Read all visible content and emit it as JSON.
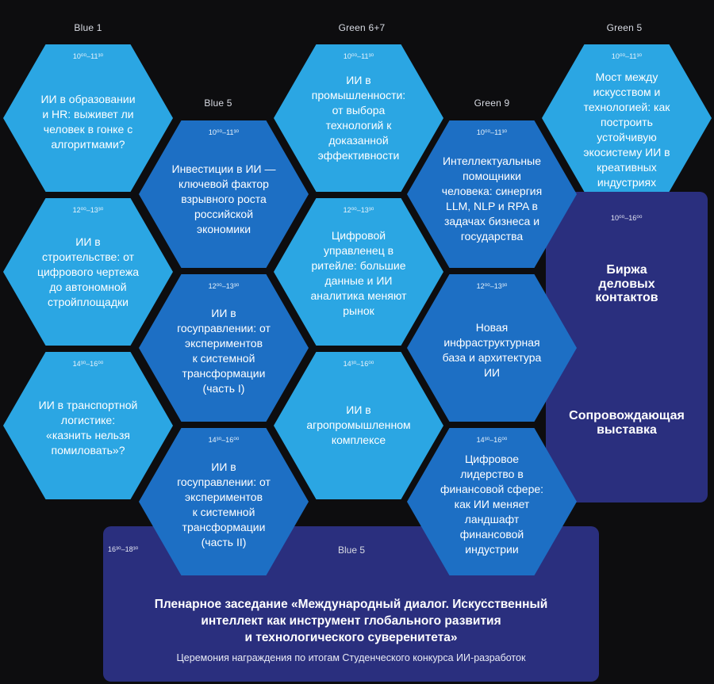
{
  "halls": [
    "Blue 1",
    "Green 6+7",
    "Green 5",
    "Blue 5",
    "Green 9",
    "Blue 5"
  ],
  "colors": {
    "background": "#0d0d0f",
    "hex_light": "#2ba6e3",
    "hex_dark": "#1d6fc4",
    "panel": "#2a2f7e"
  },
  "sessions": [
    {
      "time": "10⁰⁰–11³⁰",
      "title": "ИИ в образовании\nи HR: выживет ли\nчеловек в гонке с\nалгоритмами?"
    },
    {
      "time": "10⁰⁰–11³⁰",
      "title": "ИИ в\nпромышленности:\nот выбора\nтехнологий к\nдоказанной\nэффективности"
    },
    {
      "time": "10⁰⁰–11³⁰",
      "title": "Мост между\nискусством и\nтехнологией: как\nпостроить\nустойчивую\nэкосистему ИИ в\nкреативных\nиндустриях"
    },
    {
      "time": "10⁰⁰–11³⁰",
      "title": "Инвестиции в ИИ —\nключевой фактор\nвзрывного роста\nроссийской\nэкономики"
    },
    {
      "time": "10⁰⁰–11³⁰",
      "title": "Интеллектуальные\nпомощники\nчеловека: синергия\nLLM, NLP и RPA в\nзадачах бизнеса и\nгосударства"
    },
    {
      "time": "12⁰⁰–13³⁰",
      "title": "ИИ в\nстроительстве: от\nцифрового чертежа\nдо автономной\nстройплощадки"
    },
    {
      "time": "12⁰⁰–13³⁰",
      "title": "Цифровой\nуправленец в\nритейле: большие\nданные и ИИ\nаналитика меняют\nрынок"
    },
    {
      "time": "12⁰⁰–13³⁰",
      "title": "ИИ в\nгосуправлении: от\nэкспериментов\nк системной\nтрансформации\n(часть I)"
    },
    {
      "time": "12⁰⁰–13³⁰",
      "title": "Новая\nинфраструктурная\nбаза и архитектура\nИИ"
    },
    {
      "time": "14³⁰–16⁰⁰",
      "title": "ИИ в транспортной\nлогистике:\n«казнить нельзя\nпомиловать»?"
    },
    {
      "time": "14³⁰–16⁰⁰",
      "title": "ИИ в\nагропромышленном\nкомплексе"
    },
    {
      "time": "14³⁰–16⁰⁰",
      "title": "ИИ в\nгосуправлении: от\nэкспериментов\nк системной\nтрансформации\n(часть II)"
    },
    {
      "time": "14³⁰–16⁰⁰",
      "title": "Цифровое\nлидерство в\nфинансовой сфере:\nкак ИИ меняет\nландшафт\nфинансовой\nиндустрии"
    }
  ],
  "exchange": {
    "time": "10⁰⁰–16⁰⁰",
    "title1": "Биржа\nделовых\nконтактов",
    "title2": "Сопровождающая\nвыставка"
  },
  "plenary": {
    "time": "16³⁰–18³⁰",
    "hall": "Blue 5",
    "title": "Пленарное заседание «Международный диалог. Искусственный\nинтеллект как инструмент глобального развития\nи технологического суверенитета»",
    "subtitle": "Церемония награждения по итогам Студенческого конкурса ИИ-разработок"
  }
}
